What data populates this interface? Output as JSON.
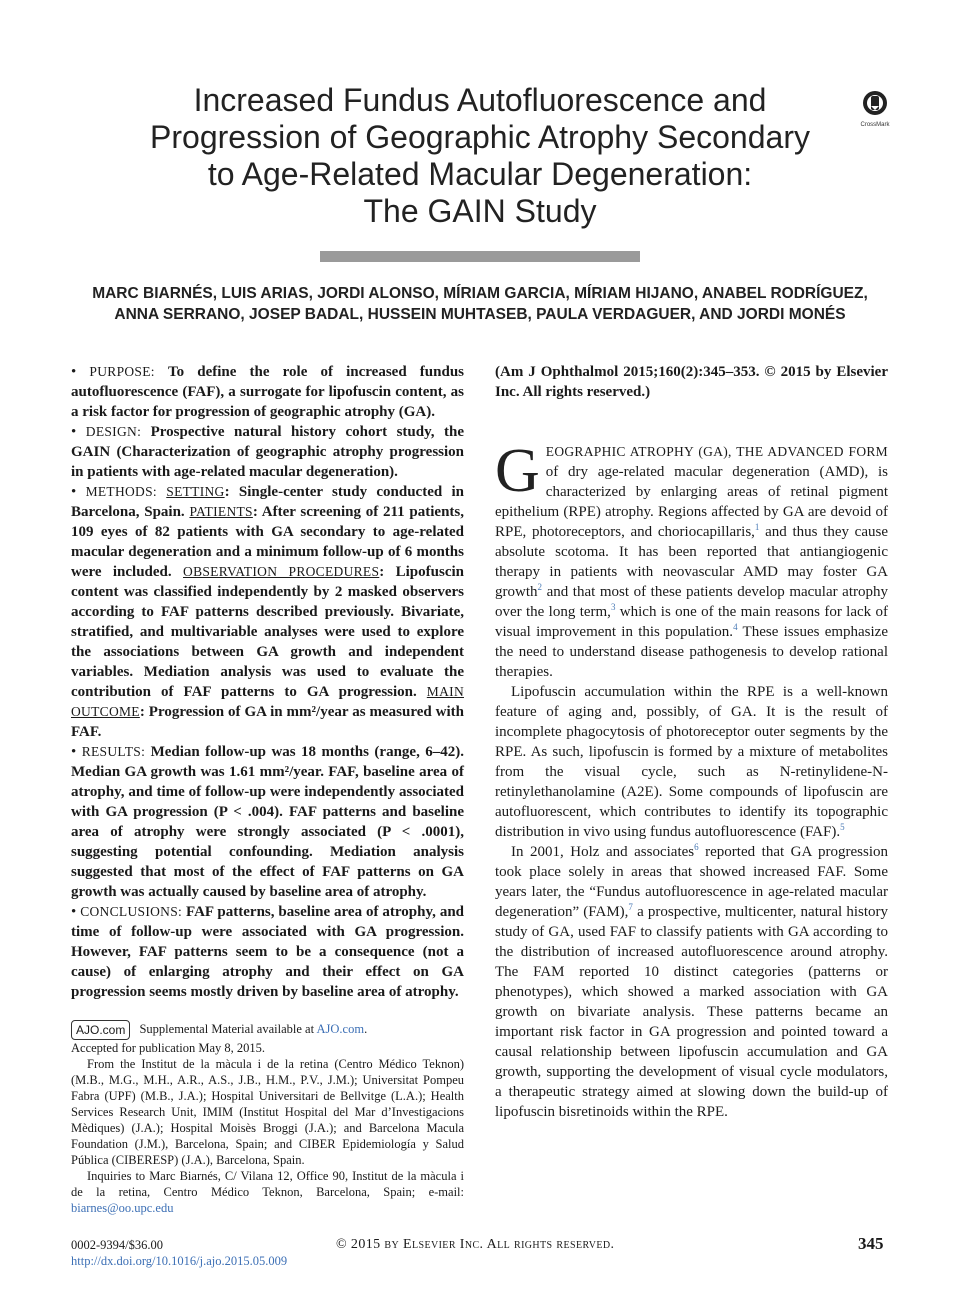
{
  "article": {
    "title_lines": [
      "Increased Fundus Autofluorescence and",
      "Progression of Geographic Atrophy Secondary",
      "to Age-Related Macular Degeneration:",
      "The GAIN Study"
    ],
    "crossmark_label": "CrossMark",
    "author_lines": [
      "MARC BIARNÉS, LUIS ARIAS, JORDI ALONSO, MÍRIAM GARCIA, MÍRIAM HIJANO, ANABEL RODRÍGUEZ,",
      "ANNA SERRANO, JOSEP BADAL, HUSSEIN MUHTASEB, PAULA VERDAGUER, AND JORDI MONÉS"
    ]
  },
  "abstract": {
    "bullet": "•",
    "purpose_label": "PURPOSE:",
    "purpose_text": "To define the role of increased fundus autofluorescence (FAF), a surrogate for lipofuscin content, as a risk factor for progression of geographic atrophy (GA).",
    "design_label": "DESIGN:",
    "design_text": "Prospective natural history cohort study, the GAIN (Characterization of geographic atrophy progression in patients with age-related macular degeneration).",
    "methods_label": "METHODS:",
    "setting_label": "SETTING",
    "setting_text": ": Single-center study conducted in Barcelona, Spain.",
    "patients_label": "PATIENTS",
    "patients_text": ": After screening of 211 patients, 109 eyes of 82 patients with GA secondary to age-related macular degeneration and a minimum follow-up of 6 months were included.",
    "obs_label": "OBSERVATION PROCEDURES",
    "obs_text": ": Lipofuscin content was classified independently by 2 masked observers according to FAF patterns described previously. Bivariate, stratified, and multivariable analyses were used to explore the associations between GA growth and independent variables. Mediation analysis was used to evaluate the contribution of FAF patterns to GA progression.",
    "outcome_label": "MAIN OUTCOME",
    "outcome_text": ": Progression of GA in mm²/year as measured with FAF.",
    "results_label": "RESULTS:",
    "results_text": "Median follow-up was 18 months (range, 6–42). Median GA growth was 1.61 mm²/year. FAF, baseline area of atrophy, and time of follow-up were independently associated with GA progression (P < .004). FAF patterns and baseline area of atrophy were strongly associated (P < .0001), suggesting potential confounding. Mediation analysis suggested that most of the effect of FAF patterns on GA growth was actually caused by baseline area of atrophy.",
    "conclusions_label": "CONCLUSIONS:",
    "conclusions_text": "FAF patterns, baseline area of atrophy, and time of follow-up were associated with GA progression. However, FAF patterns seem to be a consequence (not a cause) of enlarging atrophy and their effect on GA progression seems mostly driven by baseline area of atrophy.",
    "citation": "(Am J Ophthalmol 2015;160(2):345–353. © 2015 by Elsevier Inc. All rights reserved.)"
  },
  "intro": {
    "dropcap": "G",
    "p1_lead": "EOGRAPHIC ATROPHY (GA), THE ADVANCED FORM",
    "p1_a": "of dry age-related macular degeneration (AMD), is characterized by enlarging areas of retinal pigment epithelium (RPE) atrophy. Regions affected by GA are devoid of RPE, photoreceptors, and choriocapillaris,",
    "ref1": "1",
    "p1_b": "and thus they cause absolute scotoma. It has been reported that antiangiogenic therapy in patients with neovascular AMD may foster GA growth",
    "ref2": "2",
    "p1_c": "and that most of these patients develop macular atrophy over the long term,",
    "ref3": "3",
    "p1_d": "which is one of the main reasons for lack of visual improvement in this population.",
    "ref4": "4",
    "p1_e": "These issues emphasize the need to understand disease pathogenesis to develop rational therapies.",
    "p2": "Lipofuscin accumulation within the RPE is a well-known feature of aging and, possibly, of GA. It is the result of incomplete phagocytosis of photoreceptor outer segments by the RPE. As such, lipofuscin is formed by a mixture of metabolites from the visual cycle, such as N-retinylidene-N-retinylethanolamine (A2E). Some compounds of lipofuscin are autofluorescent, which contributes to identify its topographic distribution in vivo using fundus autofluorescence (FAF).",
    "ref5": "5",
    "p3_a": "In 2001, Holz and associates",
    "ref6": "6",
    "p3_b": "reported that GA progression took place solely in areas that showed increased FAF. Some years later, the “Fundus autofluorescence in age-related macular degeneration” (FAM),",
    "ref7": "7",
    "p3_c": "a prospective, multicenter, natural history study of GA, used FAF to classify patients with GA according to the distribution of increased autofluorescence around atrophy. The FAM reported 10 distinct categories (patterns or phenotypes), which showed a marked association with GA growth on bivariate analysis. These patterns became an important risk factor in GA progression and pointed toward a causal relationship between lipofuscin accumulation and GA growth, supporting the development of visual cycle modulators, a therapeutic strategy aimed at slowing down the build-up of lipofuscin bisretinoids within the RPE."
  },
  "notes": {
    "logo": "AJO.com",
    "supplemental_text": "Supplemental Material available at",
    "supplemental_link": "AJO.com",
    "supplemental_end": ".",
    "accepted": "Accepted for publication May 8, 2015.",
    "from": "From the Institut de la màcula i de la retina (Centro Médico Teknon) (M.B., M.G., M.H., A.R., A.S., J.B., H.M., P.V., J.M.); Universitat Pompeu Fabra (UPF) (M.B., J.A.); Hospital Universitari de Bellvitge (L.A.); Health Services Research Unit, IMIM (Institut Hospital del Mar d’Investigacions Mèdiques) (J.A.); Hospital Moisès Broggi (J.A.); and Barcelona Macula Foundation (J.M.), Barcelona, Spain; and CIBER Epidemiología y Salud Pública (CIBERESP) (J.A.), Barcelona, Spain.",
    "inquiries": "Inquiries to Marc Biarnés, C/ Vilana 12, Office 90, Institut de la màcula i de la retina, Centro Médico Teknon, Barcelona, Spain; e-mail:",
    "email": "biarnes@oo.upc.edu"
  },
  "footer": {
    "issn": "0002-9394/$36.00",
    "doi": "http://dx.doi.org/10.1016/j.ajo.2015.05.009",
    "copyright": "© 2015 by Elsevier Inc. All rights reserved.",
    "page_number": "345"
  },
  "colors": {
    "link": "#3c6fb5",
    "rule": "#9a9a9a"
  }
}
